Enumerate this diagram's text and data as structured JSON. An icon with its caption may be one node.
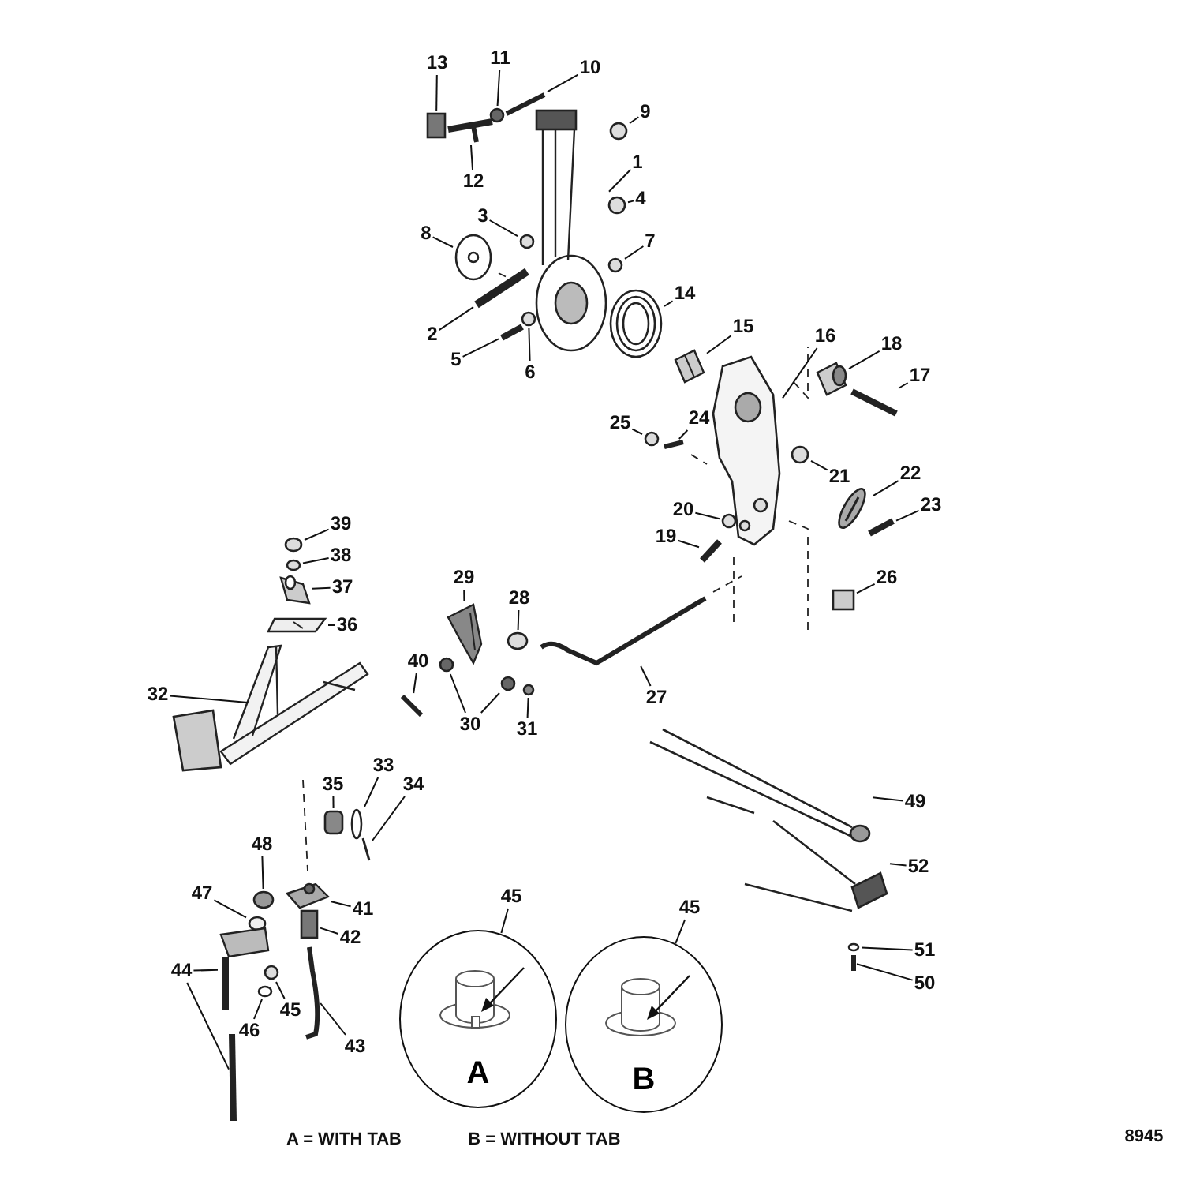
{
  "diagram": {
    "nodes": [
      {
        "text": [
          "13"
        ]
      },
      {
        "text": [
          "11"
        ]
      },
      {
        "text": [
          "10"
        ]
      },
      {
        "text": [
          "9"
        ]
      },
      {
        "text": [
          "1"
        ]
      },
      {
        "text": [
          "12"
        ]
      },
      {
        "text": [
          "4"
        ]
      },
      {
        "text": [
          "3"
        ]
      },
      {
        "text": [
          "8"
        ]
      },
      {
        "text": [
          "7"
        ]
      },
      {
        "text": [
          "14"
        ]
      },
      {
        "text": [
          "15"
        ]
      },
      {
        "text": [
          "2"
        ]
      },
      {
        "text": [
          "16"
        ]
      },
      {
        "text": [
          "18"
        ]
      },
      {
        "text": [
          "5"
        ]
      },
      {
        "text": [
          "6"
        ]
      },
      {
        "text": [
          "17"
        ]
      },
      {
        "text": [
          "24"
        ]
      },
      {
        "text": [
          "25"
        ]
      },
      {
        "text": [
          "22"
        ]
      },
      {
        "text": [
          "21"
        ]
      },
      {
        "text": [
          "23"
        ]
      },
      {
        "text": [
          "20"
        ]
      },
      {
        "text": [
          "39"
        ]
      },
      {
        "text": [
          "19"
        ]
      },
      {
        "text": [
          "38"
        ]
      },
      {
        "text": [
          "26"
        ]
      },
      {
        "text": [
          "29"
        ]
      },
      {
        "text": [
          "37"
        ]
      },
      {
        "text": [
          "28"
        ]
      },
      {
        "text": [
          "36"
        ]
      },
      {
        "text": [
          "40"
        ]
      },
      {
        "text": [
          "32"
        ]
      },
      {
        "text": [
          "27"
        ]
      },
      {
        "text": [
          "30"
        ]
      },
      {
        "text": [
          "31"
        ]
      },
      {
        "text": [
          "35"
        ]
      },
      {
        "text": [
          "33"
        ]
      },
      {
        "text": [
          "34"
        ]
      },
      {
        "text": [
          "49"
        ]
      },
      {
        "text": [
          "48"
        ]
      },
      {
        "text": [
          "52"
        ]
      },
      {
        "text": [
          "47"
        ]
      },
      {
        "text": [
          "45"
        ]
      },
      {
        "text": [
          "41"
        ]
      },
      {
        "text": [
          "45"
        ]
      },
      {
        "text": [
          "42"
        ]
      },
      {
        "text": [
          "51"
        ]
      },
      {
        "text": [
          "44"
        ]
      },
      {
        "text": [
          "50"
        ]
      },
      {
        "text": [
          "45"
        ]
      },
      {
        "text": [
          "A"
        ]
      },
      {
        "text": [
          "B"
        ]
      },
      {
        "text": [
          "46"
        ]
      },
      {
        "text": [
          "43"
        ]
      },
      {
        "text": [],
        "shape": "box"
      },
      {
        "text": [],
        "shape": "circle"
      },
      {
        "text": [],
        "shape": "picture"
      },
      {
        "text": [],
        "shape": "circle"
      },
      {
        "text": [],
        "shape": "picture"
      },
      {
        "text": [],
        "shape": "picture"
      },
      {
        "text": [],
        "shape": "circle"
      },
      {
        "text": [],
        "shape": "circle"
      },
      {
        "text": [],
        "shape": "picture"
      },
      {
        "text": [],
        "shape": "circle"
      },
      {
        "text": [],
        "shape": "picture"
      },
      {
        "text": [],
        "shape": "picture"
      },
      {
        "text": [],
        "shape": "picture"
      },
      {
        "text": [],
        "shape": "picture"
      },
      {
        "text": [],
        "shape": "picture"
      },
      {
        "text": [],
        "shape": "picture"
      },
      {
        "text": [],
        "shape": "circle"
      },
      {
        "text": [],
        "shape": "picture"
      },
      {
        "text": [],
        "shape": "picture"
      },
      {
        "text": [],
        "shape": "circle"
      },
      {
        "text": [],
        "shape": "picture"
      },
      {
        "text": [],
        "shape": "circle"
      },
      {
        "text": [],
        "shape": "picture"
      },
      {
        "text": [],
        "shape": "circle"
      },
      {
        "text": [],
        "shape": "circle"
      },
      {
        "text": [],
        "shape": "picture"
      },
      {
        "text": [],
        "shape": "circle"
      },
      {
        "text": [],
        "shape": "box"
      },
      {
        "text": [],
        "shape": "picture"
      },
      {
        "text": [],
        "shape": "picture"
      },
      {
        "text": [],
        "shape": "circle"
      },
      {
        "text": [],
        "shape": "picture"
      },
      {
        "text": [],
        "shape": "picture"
      },
      {
        "text": [],
        "shape": "picture"
      },
      {
        "text": [],
        "shape": "picture"
      },
      {
        "text": [],
        "shape": "circle"
      },
      {
        "text": [],
        "shape": "circle"
      },
      {
        "text": [],
        "shape": "circle"
      },
      {
        "text": [],
        "shape": "box"
      },
      {
        "text": [],
        "shape": "circle"
      },
      {
        "text": [],
        "shape": "picture"
      },
      {
        "text": [],
        "shape": "picture"
      },
      {
        "text": [],
        "shape": "circle"
      },
      {
        "text": [],
        "shape": "picture"
      },
      {
        "text": [],
        "shape": "circle"
      },
      {
        "text": [],
        "shape": "picture"
      },
      {
        "text": [],
        "shape": "box"
      },
      {
        "text": [],
        "shape": "circle"
      },
      {
        "text": [],
        "shape": "picture"
      },
      {
        "text": [],
        "shape": "picture"
      },
      {
        "text": [],
        "shape": "picture"
      },
      {
        "text": [],
        "shape": "circle"
      },
      {
        "text": [],
        "shape": "circle"
      },
      {
        "text": [],
        "shape": "picture"
      }
    ],
    "edges": [
      {
        "from": 0,
        "to": 56,
        "arrow": "none"
      },
      {
        "from": 1,
        "to": 57,
        "arrow": "none"
      },
      {
        "from": 2,
        "to": 58,
        "arrow": "none"
      },
      {
        "from": 3,
        "to": 59,
        "arrow": "none"
      },
      {
        "from": 4,
        "to": 60,
        "arrow": "none"
      },
      {
        "from": 5,
        "to": 61,
        "arrow": "none"
      },
      {
        "from": 6,
        "to": 62,
        "arrow": "none"
      },
      {
        "from": 7,
        "to": 63,
        "arrow": "none"
      },
      {
        "from": 8,
        "to": 64,
        "arrow": "none"
      },
      {
        "from": 9,
        "to": 65,
        "arrow": "none"
      },
      {
        "from": 10,
        "to": 66,
        "arrow": "none"
      },
      {
        "from": 11,
        "to": 67,
        "arrow": "none"
      },
      {
        "from": 12,
        "to": 68,
        "arrow": "none"
      },
      {
        "from": 13,
        "to": 69,
        "arrow": "none"
      },
      {
        "from": 14,
        "to": 70,
        "arrow": "none"
      },
      {
        "from": 15,
        "to": 71,
        "arrow": "none"
      },
      {
        "from": 16,
        "to": 72,
        "arrow": "none"
      },
      {
        "from": 17,
        "to": 73,
        "arrow": "none"
      },
      {
        "from": 18,
        "to": 74,
        "arrow": "none"
      },
      {
        "from": 19,
        "to": 75,
        "arrow": "none"
      },
      {
        "from": 20,
        "to": 76,
        "arrow": "none"
      },
      {
        "from": 21,
        "to": 77,
        "arrow": "none"
      },
      {
        "from": 22,
        "to": 78,
        "arrow": "none"
      },
      {
        "from": 23,
        "to": 79,
        "arrow": "none"
      },
      {
        "from": 24,
        "to": 80,
        "arrow": "none"
      },
      {
        "from": 25,
        "to": 81,
        "arrow": "none"
      },
      {
        "from": 26,
        "to": 82,
        "arrow": "none"
      },
      {
        "from": 27,
        "to": 83,
        "arrow": "none"
      },
      {
        "from": 28,
        "to": 84,
        "arrow": "none"
      },
      {
        "from": 29,
        "to": 85,
        "arrow": "none"
      },
      {
        "from": 30,
        "to": 86,
        "arrow": "none"
      },
      {
        "from": 31,
        "to": 87,
        "arrow": "none"
      },
      {
        "from": 32,
        "to": 88,
        "arrow": "none"
      },
      {
        "from": 33,
        "to": 89,
        "arrow": "none"
      },
      {
        "from": 34,
        "to": 90,
        "arrow": "none"
      },
      {
        "from": 35,
        "to": 91,
        "arrow": "none"
      },
      {
        "from": 35,
        "to": 92,
        "arrow": "none"
      },
      {
        "from": 36,
        "to": 93,
        "arrow": "none"
      },
      {
        "from": 37,
        "to": 94,
        "arrow": "none"
      },
      {
        "from": 38,
        "to": 95,
        "arrow": "none"
      },
      {
        "from": 39,
        "to": 96,
        "arrow": "none"
      },
      {
        "from": 40,
        "to": 97,
        "arrow": "none"
      },
      {
        "from": 41,
        "to": 98,
        "arrow": "none"
      },
      {
        "from": 42,
        "to": 99,
        "arrow": "none"
      },
      {
        "from": 43,
        "to": 100,
        "arrow": "none"
      },
      {
        "from": 44,
        "to": 52,
        "arrow": "none"
      },
      {
        "from": 45,
        "to": 101,
        "arrow": "none"
      },
      {
        "from": 46,
        "to": 53,
        "arrow": "none"
      },
      {
        "from": 47,
        "to": 102,
        "arrow": "none"
      },
      {
        "from": 48,
        "to": 103,
        "arrow": "none"
      },
      {
        "from": 49,
        "to": 104,
        "arrow": "none"
      },
      {
        "from": 49,
        "to": 105,
        "arrow": "none"
      },
      {
        "from": 50,
        "to": 106,
        "arrow": "none"
      },
      {
        "from": 51,
        "to": 107,
        "arrow": "none"
      },
      {
        "from": 54,
        "to": 108,
        "arrow": "none"
      },
      {
        "from": 55,
        "to": 109,
        "arrow": "none"
      }
    ],
    "labels": [
      "A = WITH TAB",
      "B = WITHOUT TAB",
      "8945"
    ]
  }
}
